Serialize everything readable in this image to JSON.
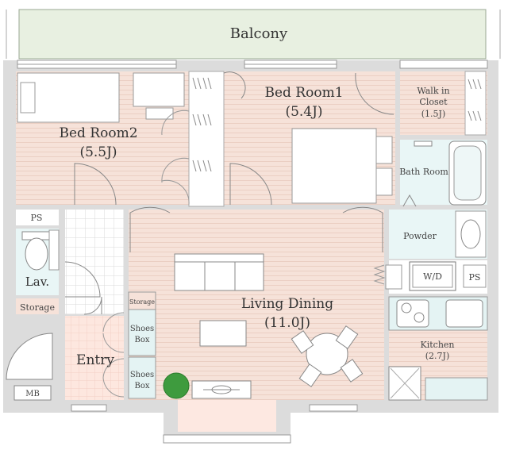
{
  "rooms": {
    "balcony": {
      "name": "Balcony"
    },
    "bedroom1": {
      "name": "Bed Room1",
      "size": "(5.4J)"
    },
    "bedroom2": {
      "name": "Bed Room2",
      "size": "(5.5J)"
    },
    "walkin": {
      "line1": "Walk in",
      "line2": "Closet",
      "size": "(1.5J)"
    },
    "bath": {
      "name": "Bath Room"
    },
    "powder": {
      "name": "Powder"
    },
    "washer": {
      "name": "W/D"
    },
    "ps_right": {
      "name": "PS"
    },
    "ps_left": {
      "name": "PS"
    },
    "lav": {
      "name": "Lav."
    },
    "storage_left": {
      "name": "Storage"
    },
    "storage_small": {
      "name": "Storage"
    },
    "shoes1": {
      "line1": "Shoes",
      "line2": "Box"
    },
    "shoes2": {
      "line1": "Shoes",
      "line2": "Box"
    },
    "living": {
      "name": "Living Dining",
      "size": "(11.0J)"
    },
    "kitchen": {
      "name": "Kitchen",
      "size": "(2.7J)"
    },
    "entry": {
      "name": "Entry"
    },
    "mb": {
      "name": "MB"
    }
  },
  "colors": {
    "wall": "#dcdcdc",
    "floor_wood": "#f5e1d8",
    "floor_tile": "#eef7f7",
    "balcony": "#e8f0e1",
    "entry_floor": "#fde8e1",
    "plant": "#3e9b3e"
  }
}
